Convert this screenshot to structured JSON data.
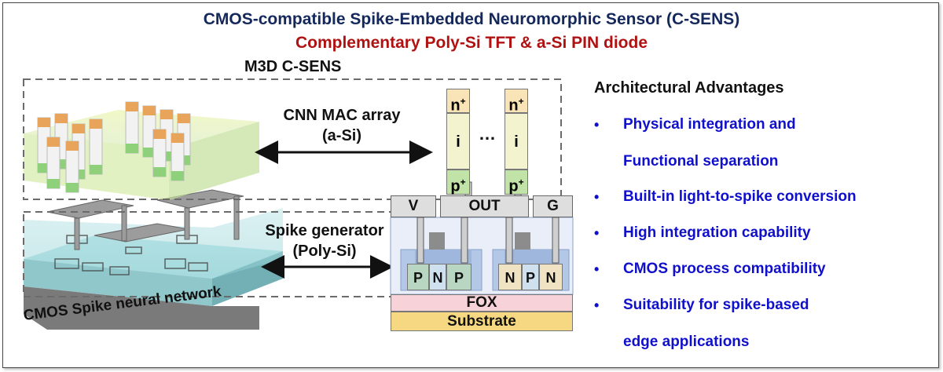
{
  "header": {
    "title": "CMOS-compatible Spike-Embedded Neuromorphic Sensor (C-SENS)",
    "subtitle": "Complementary Poly-Si TFT & a-Si PIN diode"
  },
  "diagram": {
    "m3d_label": "M3D C-SENS",
    "cnn_label_line1": "CNN MAC array",
    "cnn_label_line2": "(a-Si)",
    "spike_label_line1": "Spike generator",
    "spike_label_line2": "(Poly-Si)",
    "base_label": "CMOS Spike neural network",
    "ellipsis": "…",
    "pin_diode": {
      "top": "n",
      "mid": "i",
      "bottom": "p",
      "plus": "+"
    },
    "contacts": [
      "V",
      "OUT",
      "G"
    ],
    "transistors_left": [
      "P",
      "N",
      "P"
    ],
    "transistors_right": [
      "N",
      "P",
      "N"
    ],
    "fox_label": "FOX",
    "substrate_label": "Substrate"
  },
  "advantages": {
    "title": "Architectural Advantages",
    "bullet": "•",
    "items": [
      {
        "line1": "Physical integration and",
        "line2": "Functional separation"
      },
      {
        "line1": "Built-in light-to-spike conversion"
      },
      {
        "line1": "High integration capability"
      },
      {
        "line1": "CMOS process compatibility"
      },
      {
        "line1": "Suitability for spike-based",
        "line2": "edge applications"
      }
    ]
  },
  "colors": {
    "title": "#14285c",
    "subtitle": "#b01212",
    "advantage_text": "#1010cc",
    "n_layer": "#f9e4b7",
    "i_layer": "#f3f3cf",
    "p_layer": "#c2e3a7",
    "fox": "#f7d2d8",
    "substrate": "#f6d882",
    "well": "#b3c7e6"
  }
}
